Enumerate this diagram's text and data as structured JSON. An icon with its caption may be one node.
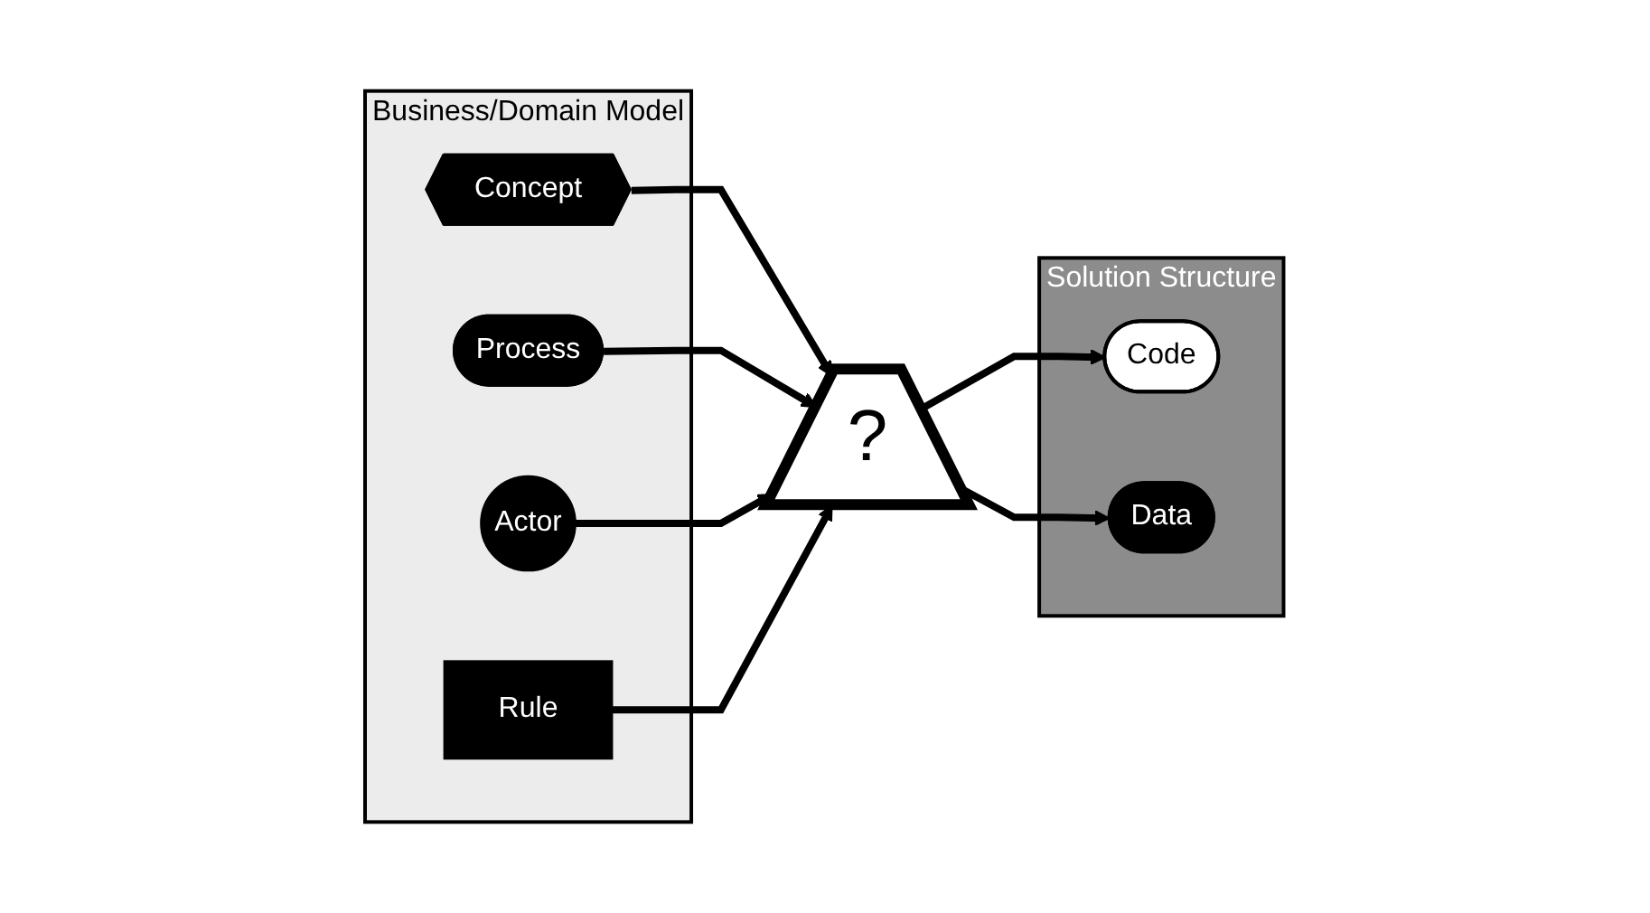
{
  "diagram": {
    "nodes": [
      {
        "text": [
          "Business/Domain Model"
        ]
      },
      {
        "text": [
          "Concept"
        ],
        "in": 0
      },
      {
        "text": [
          "Process"
        ],
        "in": 0
      },
      {
        "text": [
          "Actor"
        ],
        "in": 0
      },
      {
        "text": [
          "Rule"
        ],
        "in": 0
      },
      {
        "text": [
          "?"
        ]
      },
      {
        "text": [
          "Solution Structure"
        ]
      },
      {
        "text": [
          "Code"
        ],
        "in": 6
      },
      {
        "text": [
          "Data"
        ],
        "in": 6
      }
    ],
    "edges": [
      {
        "from": 1,
        "to": 5,
        "arrow": "to"
      },
      {
        "from": 2,
        "to": 5,
        "arrow": "to"
      },
      {
        "from": 3,
        "to": 5,
        "arrow": "to"
      },
      {
        "from": 4,
        "to": 5,
        "arrow": "to"
      },
      {
        "from": 5,
        "to": 7,
        "arrow": "to"
      },
      {
        "from": 5,
        "to": 8,
        "arrow": "to"
      }
    ]
  }
}
